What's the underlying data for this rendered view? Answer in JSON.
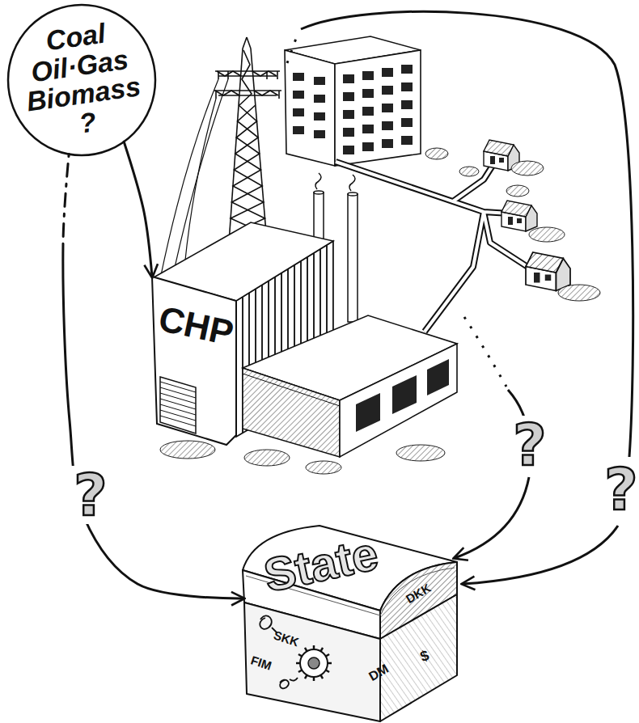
{
  "diagram": {
    "nodes": [
      {
        "text": [
          "Coal Oil·Gas Biomass ?"
        ]
      },
      {
        "text": [
          "CHP"
        ]
      },
      {
        "text": [
          "State",
          "DKK",
          "SKK",
          "FIM",
          "DM",
          "$"
        ]
      }
    ],
    "edges": [
      {
        "from": 0,
        "to": 1,
        "arrow": "to"
      },
      {
        "from": 0,
        "to": 2,
        "arrow": "to",
        "label": "?"
      }
    ],
    "labels": [
      "?",
      "?"
    ]
  }
}
